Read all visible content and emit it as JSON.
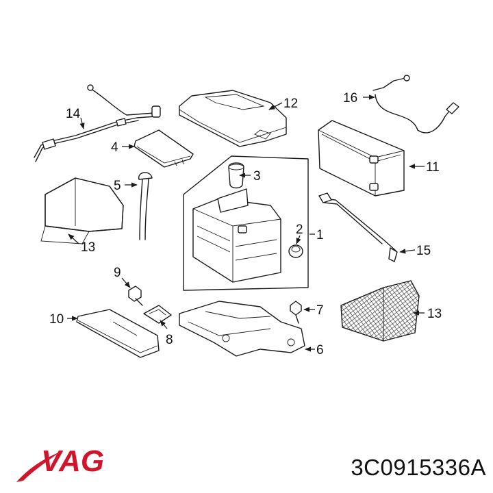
{
  "callouts": [
    {
      "id": "1",
      "label": "1"
    },
    {
      "id": "2",
      "label": "2"
    },
    {
      "id": "3",
      "label": "3"
    },
    {
      "id": "4",
      "label": "4"
    },
    {
      "id": "5",
      "label": "5"
    },
    {
      "id": "6",
      "label": "6"
    },
    {
      "id": "7",
      "label": "7"
    },
    {
      "id": "8",
      "label": "8"
    },
    {
      "id": "9",
      "label": "9"
    },
    {
      "id": "10",
      "label": "10"
    },
    {
      "id": "11",
      "label": "11"
    },
    {
      "id": "12",
      "label": "12"
    },
    {
      "id": "13a",
      "label": "13"
    },
    {
      "id": "13b",
      "label": "13"
    },
    {
      "id": "14",
      "label": "14"
    },
    {
      "id": "15",
      "label": "15"
    },
    {
      "id": "16",
      "label": "16"
    }
  ],
  "brand": {
    "name": "VAG",
    "color": "#d0142c",
    "swoosh_color": "#d0142c"
  },
  "part_number": "3C0915336A"
}
